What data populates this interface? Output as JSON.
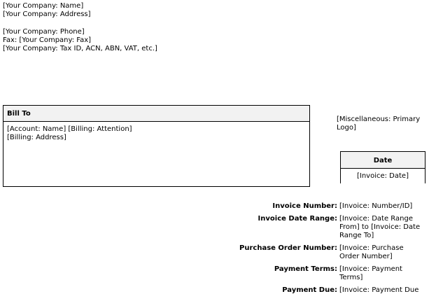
{
  "company": {
    "name": "[Your Company: Name]",
    "address": "[Your Company: Address]",
    "phone": "[Your Company: Phone]",
    "fax": "Fax: [Your Company: Fax]",
    "tax_id": "[Your Company: Tax ID, ACN, ABN, VAT, etc.]"
  },
  "bill_to": {
    "header": "Bill To",
    "account_line": "[Account: Name] [Billing: Attention]",
    "address_line": "[Billing: Address]"
  },
  "logo": {
    "text": "[Miscellaneous: Primary Logo]"
  },
  "date_box": {
    "header": "Date",
    "value": "[Invoice: Date]"
  },
  "details": [
    {
      "label": "Invoice Number:",
      "value": "[Invoice: Number/ID]"
    },
    {
      "label": "Invoice Date Range:",
      "value": "[Invoice: Date Range From] to [Invoice: Date Range To]"
    },
    {
      "label": "Purchase Order Number:",
      "value": "[Invoice: Purchase Order Number]"
    },
    {
      "label": "Payment Terms:",
      "value": "[Invoice: Payment Terms]"
    },
    {
      "label": "Payment Due:",
      "value": "[Invoice: Payment Due Date]"
    }
  ]
}
